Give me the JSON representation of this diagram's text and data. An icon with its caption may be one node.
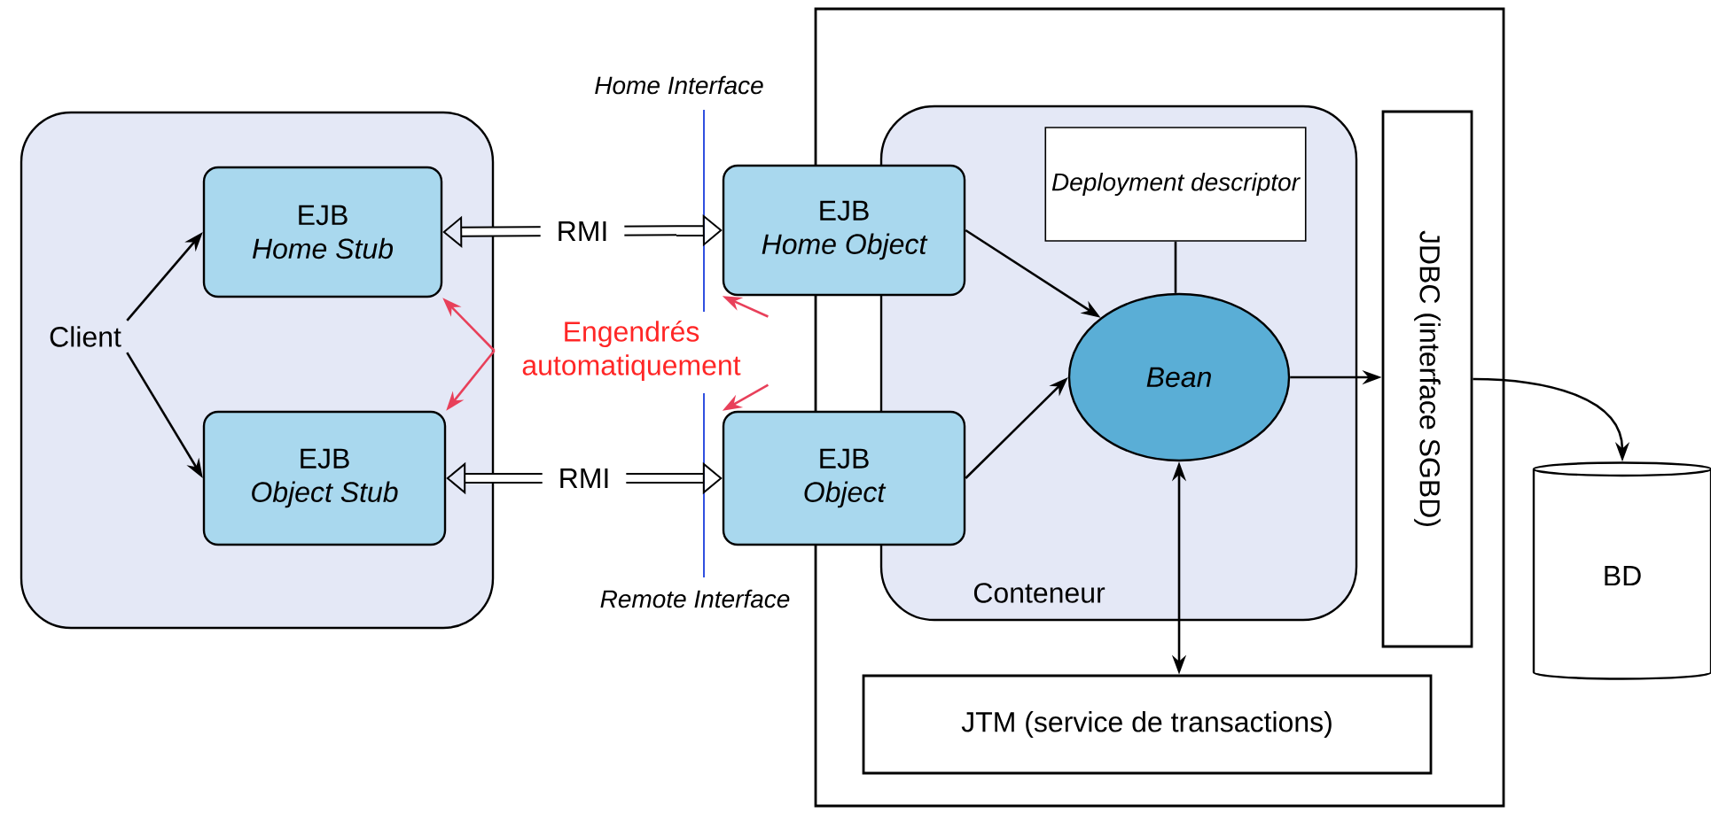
{
  "diagram": {
    "nodes": [
      {
        "text": [],
        "shape": "box"
      },
      {
        "text": [
          "Client"
        ],
        "in": 0
      },
      {
        "text": [
          "EJB",
          "Home Stub"
        ],
        "in": 0
      },
      {
        "text": [
          "EJB",
          "Object Stub"
        ],
        "in": 0
      },
      {
        "text": [],
        "shape": "box"
      },
      {
        "text": [
          "Conteneur"
        ],
        "in": 4
      },
      {
        "text": [
          "EJB",
          "Home Object"
        ]
      },
      {
        "text": [
          "EJB",
          "Object"
        ]
      },
      {
        "text": [
          "Deployment descriptor"
        ],
        "in": 5
      },
      {
        "text": [
          "Bean"
        ],
        "in": 5
      },
      {
        "text": [
          "JDBC (interface SGBD)"
        ],
        "in": 4
      },
      {
        "text": [
          "JTM (service de transactions)"
        ],
        "in": 4
      },
      {
        "text": [
          "BD"
        ]
      },
      {
        "text": [
          "Engendrés automatiquement"
        ]
      }
    ],
    "edges": [
      {
        "from": 1,
        "to": 2,
        "arrow": "to"
      },
      {
        "from": 1,
        "to": 3,
        "arrow": "to"
      },
      {
        "from": 2,
        "to": 6,
        "arrow": "both",
        "label": "RMI",
        "style": "thick"
      },
      {
        "from": 3,
        "to": 7,
        "arrow": "both",
        "label": "RMI",
        "style": "thick"
      },
      {
        "from": 6,
        "to": 9,
        "arrow": "to"
      },
      {
        "from": 7,
        "to": 9,
        "arrow": "to"
      },
      {
        "from": 8,
        "to": 9,
        "arrow": "none"
      },
      {
        "from": 9,
        "to": 10,
        "arrow": "to"
      },
      {
        "from": 9,
        "to": 11,
        "arrow": "both"
      },
      {
        "from": 10,
        "to": 12,
        "arrow": "to"
      },
      {
        "from": 13,
        "to": 2,
        "arrow": "to",
        "color": "#e8405a"
      },
      {
        "from": 13,
        "to": 3,
        "arrow": "to",
        "color": "#e8405a"
      },
      {
        "from": 13,
        "to": 6,
        "arrow": "to",
        "color": "#e8405a"
      },
      {
        "from": 13,
        "to": 7,
        "arrow": "to",
        "color": "#e8405a"
      }
    ],
    "labels": [
      "Home Interface",
      "Remote Interface"
    ]
  }
}
